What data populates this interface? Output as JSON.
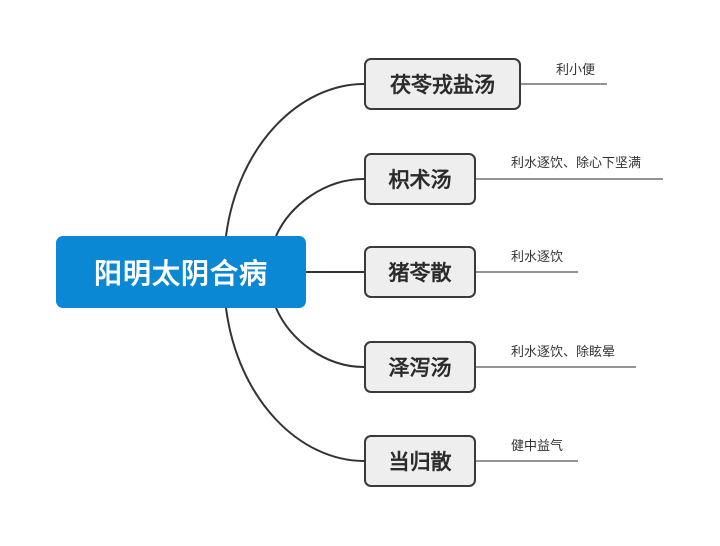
{
  "root": {
    "label": "阳明太阴合病"
  },
  "branches": [
    {
      "label": "茯苓戎盐汤",
      "note": "利小便"
    },
    {
      "label": "枳术汤",
      "note": "利水逐饮、除心下坚满"
    },
    {
      "label": "猪苓散",
      "note": "利水逐饮"
    },
    {
      "label": "泽泻汤",
      "note": "利水逐饮、除眩晕"
    },
    {
      "label": "当归散",
      "note": "健中益气"
    }
  ],
  "colors": {
    "root_fill": "#0a88d4",
    "branch_fill": "#eeeeee",
    "line": "#333333"
  }
}
